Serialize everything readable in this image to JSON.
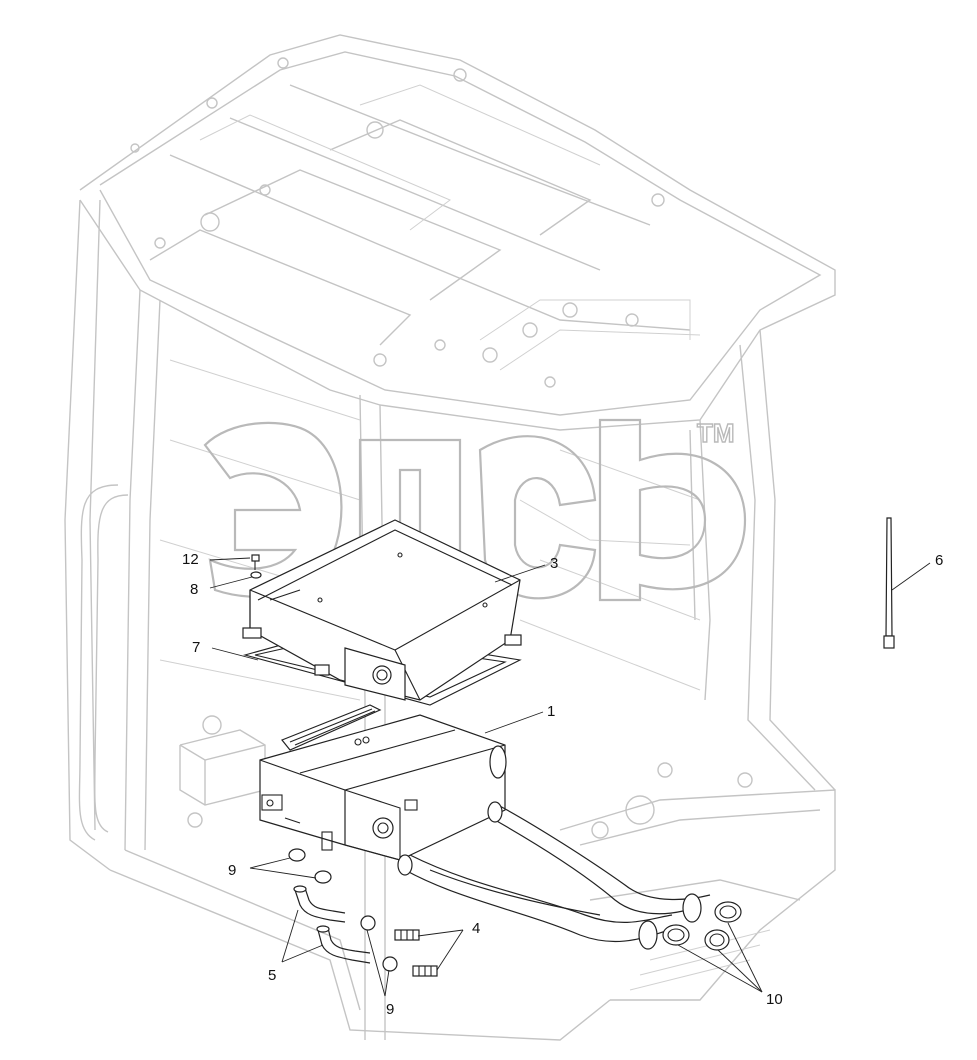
{
  "diagram": {
    "callouts": [
      {
        "id": "1",
        "text": "1"
      },
      {
        "id": "3",
        "text": "3"
      },
      {
        "id": "4",
        "text": "4"
      },
      {
        "id": "5",
        "text": "5"
      },
      {
        "id": "6",
        "text": "6"
      },
      {
        "id": "7",
        "text": "7"
      },
      {
        "id": "8",
        "text": "8"
      },
      {
        "id": "9a",
        "text": "9"
      },
      {
        "id": "9b",
        "text": "9"
      },
      {
        "id": "10",
        "text": "10"
      },
      {
        "id": "12",
        "text": "12"
      }
    ],
    "watermark": {
      "trademark": "TM"
    }
  }
}
